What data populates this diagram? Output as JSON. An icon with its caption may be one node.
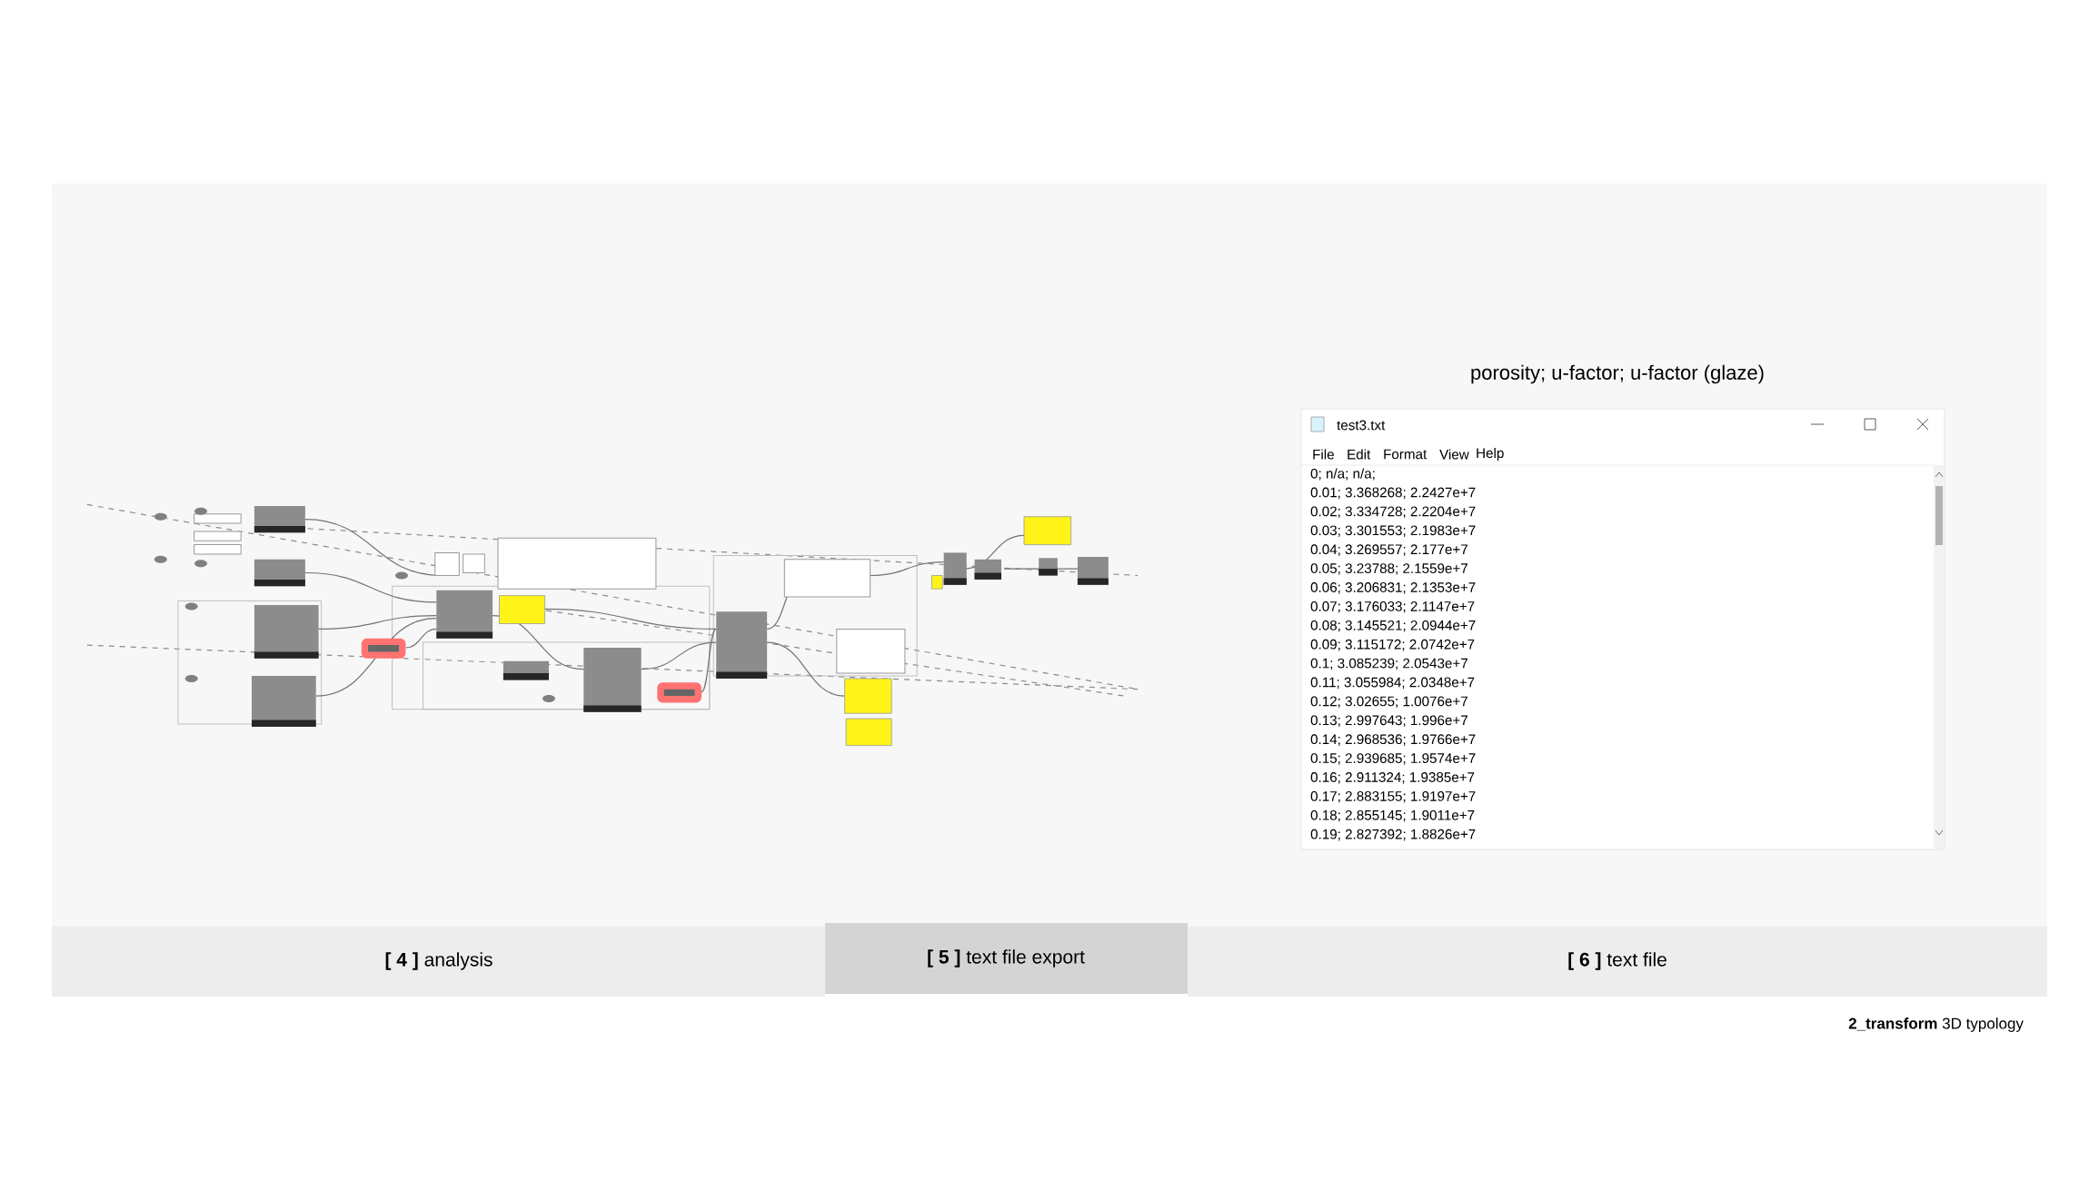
{
  "diagram": {
    "labels": [
      "porosity; u-factor; u-factor (glaze)",
      "test3.txt",
      "File",
      "Edit",
      "Format",
      "View",
      "Help",
      "0; n/a; n/a;",
      "0.01; 3.368268; 2.2427e+7",
      "0.02; 3.334728; 2.2204e+7",
      "0.03; 3.301553; 2.1983e+7",
      "0.04; 3.269557; 2.177e+7",
      "0.05; 3.23788; 2.1559e+7",
      "0.06; 3.206831; 2.1353e+7",
      "0.07; 3.176033; 2.1147e+7",
      "0.08; 3.145521; 2.0944e+7",
      "0.09; 3.115172; 2.0742e+7",
      "0.1; 3.085239; 2.0543e+7",
      "0.11; 3.055984; 2.0348e+7",
      "0.12; 3.02655; 1.0076e+7",
      "0.13; 2.997643; 1.996e+7",
      "0.14; 2.968536; 1.9766e+7",
      "0.15; 2.939685; 1.9574e+7",
      "0.16; 2.911324; 1.9385e+7",
      "0.17; 2.883155; 1.9197e+7",
      "0.18; 2.855145; 1.9011e+7",
      "0.19; 2.827392; 1.8826e+7",
      "**[ 4 ]** analysis",
      "**[ 5 ]** text file export",
      "**[ 6 ]** text file",
      "**2_transform** 3D typology"
    ]
  }
}
